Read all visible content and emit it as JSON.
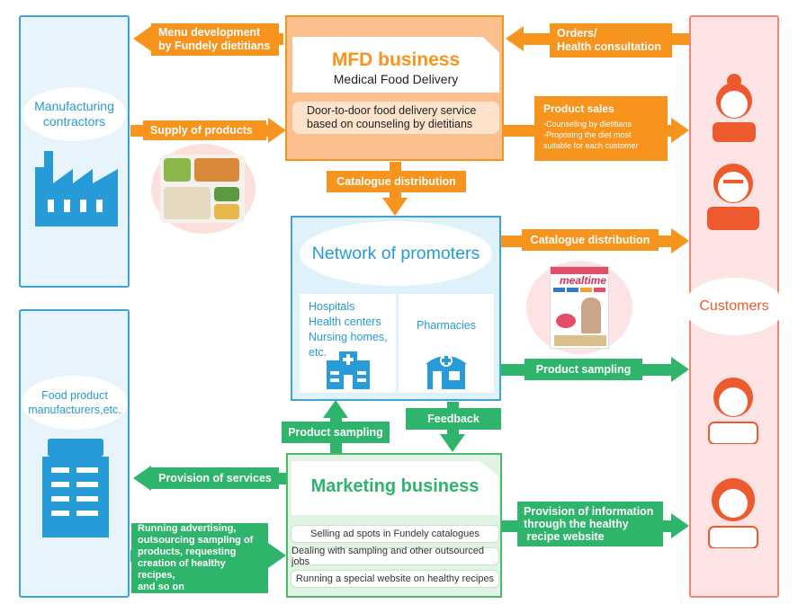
{
  "colors": {
    "orange": "#f7941d",
    "green": "#2eb46b",
    "blue": "#279ad8",
    "red": "#ec5a2e"
  },
  "left_top": {
    "label_line1": "Manufacturing",
    "label_line2": "contractors",
    "icon": "factory-icon"
  },
  "left_bottom": {
    "label_line1": "Food product",
    "label_line2": "manufacturers,etc.",
    "icon": "building-icon"
  },
  "right": {
    "label": "Customers"
  },
  "mfd": {
    "title": "MFD business",
    "subtitle": "Medical Food Delivery",
    "desc_line1": "Door-to-door food delivery service",
    "desc_line2": "based on counseling by dietitians"
  },
  "labels": {
    "menu_dev_line1": "Menu development",
    "menu_dev_line2": "by Fundely dietitians",
    "orders_line1": "Orders/",
    "orders_line2": "Health consultation",
    "supply": "Supply of products",
    "product_sales_title": "Product sales",
    "product_sales_line1": "-Counseling by dietitians",
    "product_sales_line2": "-Proposing the diet most",
    "product_sales_line3": "suitable for each customer",
    "catalogue_down": "Catalogue distribution",
    "catalogue_right": "Catalogue distribution",
    "product_sampling_right": "Product sampling",
    "product_sampling_up": "Product sampling",
    "feedback": "Feedback",
    "provision_services": "Provision of services",
    "running_line1": "Running advertising,",
    "running_line2": "outsourcing sampling of",
    "running_line3": "products, requesting",
    "running_line4": "creation of healthy recipes,",
    "running_line5": "and so on",
    "provision_info_line1": "Provision of information",
    "provision_info_line2": "through the healthy",
    "provision_info_line3": " recipe website"
  },
  "network": {
    "title": "Network of promoters",
    "hospitals": [
      "Hospitals",
      "Health centers",
      "Nursing homes,",
      "etc."
    ],
    "pharmacies": "Pharmacies"
  },
  "marketing": {
    "title": "Marketing business",
    "rows": [
      "Selling ad spots in Fundely catalogues",
      "Dealing with sampling and other outsourced jobs",
      "Running a special website on healthy recipes"
    ]
  },
  "catalogue": {
    "title": "mealtime"
  }
}
